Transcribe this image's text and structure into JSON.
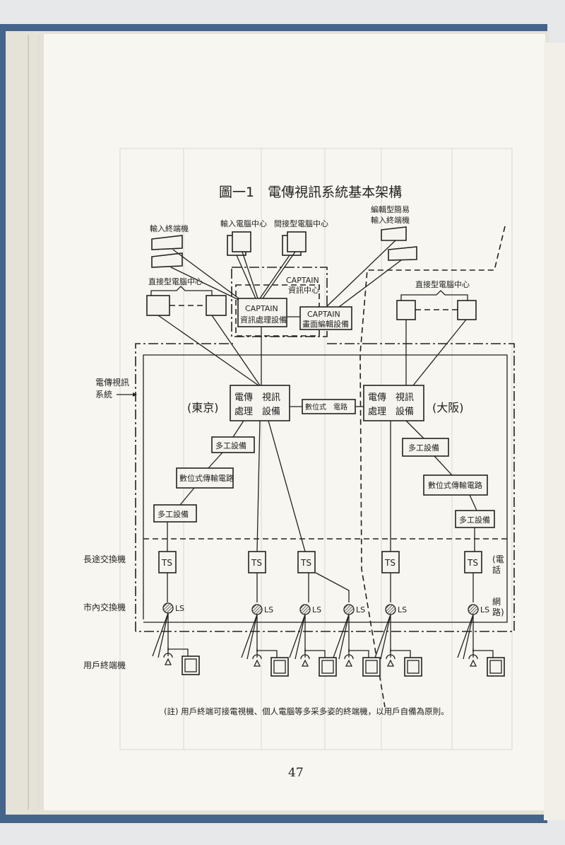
{
  "figure": {
    "title": "圖一1　電傳視訊系統基本架構",
    "input_terminal": "輸入終端機",
    "input_computer_center": "輸入電腦中心",
    "indirect_computer_center": "間接型電腦中心",
    "edit_terminal_line1": "編輯型簡易",
    "edit_terminal_line2": "輸入終端機",
    "direct_computer_center_left": "直接型電腦中心",
    "direct_computer_center_right": "直接型電腦中心",
    "captain_center_line1": "CAPTAIN",
    "captain_center_line2": "資訊中心",
    "captain_proc_line1": "CAPTAIN",
    "captain_proc_line2": "資訊處理設備",
    "captain_edit_line1": "CAPTAIN",
    "captain_edit_line2": "畫面編輯設備",
    "system_label_line1": "電傳視訊",
    "system_label_line2": "系統",
    "tokyo": "(東京)",
    "osaka": "(大阪)",
    "proc_box_line1": "電傳　視訊",
    "proc_box_line2": "處理　設備",
    "digital_line": "數位式　電路",
    "mux": "多工設備",
    "digital_transmission": "數位式傳輸電路",
    "toll_switch": "長途交換機",
    "local_switch": "市內交換機",
    "user_terminal": "用戶終端機",
    "ts": "TS",
    "ls": "LS",
    "phone_network_1": "(電",
    "phone_network_2": "話",
    "phone_network_3": "網",
    "phone_network_4": "路)",
    "note": "(註) 用戶終端可接電視機、個人電腦等多采多姿的終端機，以用戶自備為原則。"
  },
  "page_number": "47"
}
